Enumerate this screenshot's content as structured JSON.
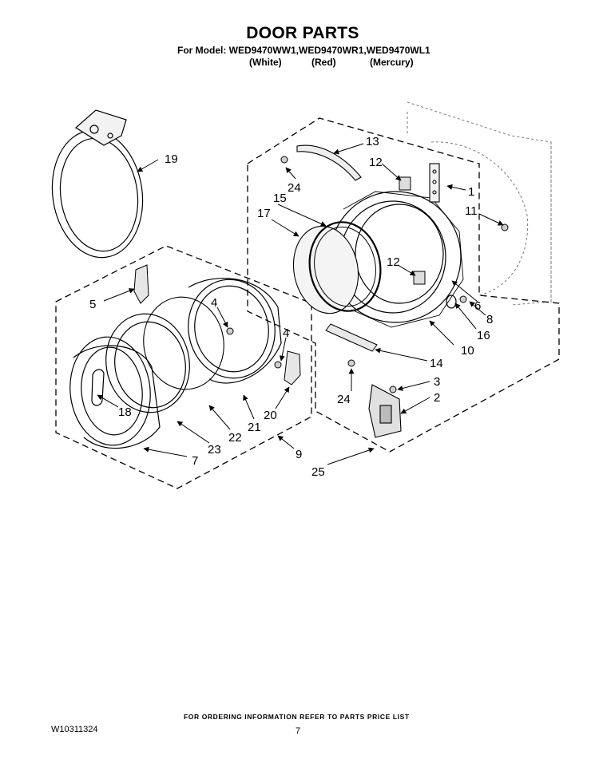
{
  "header": {
    "title": "DOOR PARTS",
    "model_line": "For Model: WED9470WW1,WED9470WR1,WED9470WL1",
    "colors": [
      "(White)",
      "(Red)",
      "(Mercury)"
    ]
  },
  "callouts": {
    "c1": "1",
    "c2": "2",
    "c3": "3",
    "c4a": "4",
    "c4b": "4",
    "c5": "5",
    "c6": "6",
    "c7": "7",
    "c8": "8",
    "c9": "9",
    "c10": "10",
    "c11": "11",
    "c12a": "12",
    "c12b": "12",
    "c13": "13",
    "c14": "14",
    "c15": "15",
    "c16": "16",
    "c17": "17",
    "c18": "18",
    "c19": "19",
    "c20": "20",
    "c21": "21",
    "c22": "22",
    "c23": "23",
    "c24a": "24",
    "c24b": "24",
    "c25": "25"
  },
  "footer": {
    "ordering_note": "FOR ORDERING INFORMATION REFER TO PARTS PRICE LIST",
    "doc_number": "W10311324",
    "page_number": "7"
  }
}
